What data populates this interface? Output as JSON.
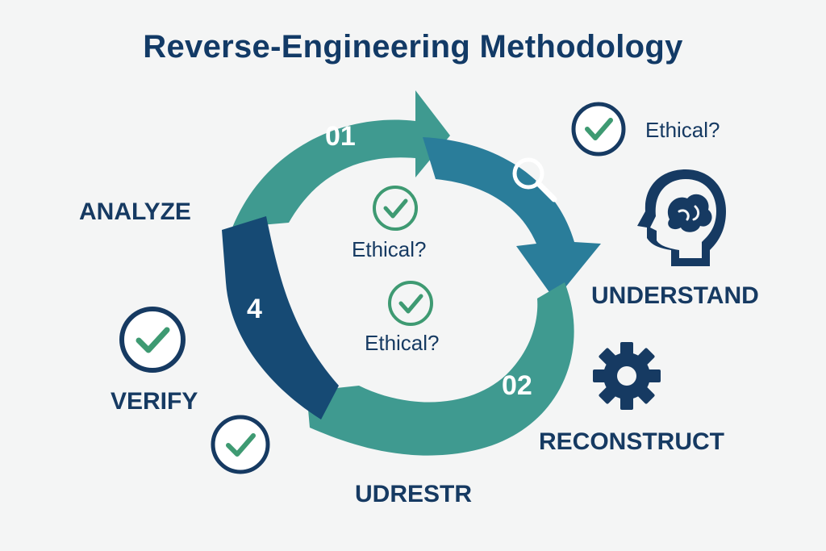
{
  "title": "Reverse-Engineering Methodology",
  "stages": {
    "analyze": "ANALYZE",
    "understand": "UNDERSTAND",
    "reconstruct": "RECONSTRUCT",
    "verify": "VERIFY",
    "udrestr": "UDRESTR"
  },
  "step_numbers": {
    "first": "01",
    "second": "02",
    "fourth": "4"
  },
  "checks": {
    "center_top": "Ethical?",
    "center_bottom": "Ethical?",
    "top_right": "Ethical?"
  },
  "icons": [
    "magnifier-icon",
    "head-brain-icon",
    "gear-icon",
    "check-circle-icon"
  ],
  "colors": {
    "title": "#123a66",
    "teal": "#3f9a90",
    "blue_teal": "#2a7d9a",
    "dark_blue": "#164a74",
    "check_green": "#3e9a72",
    "navy_text": "#163a62"
  }
}
